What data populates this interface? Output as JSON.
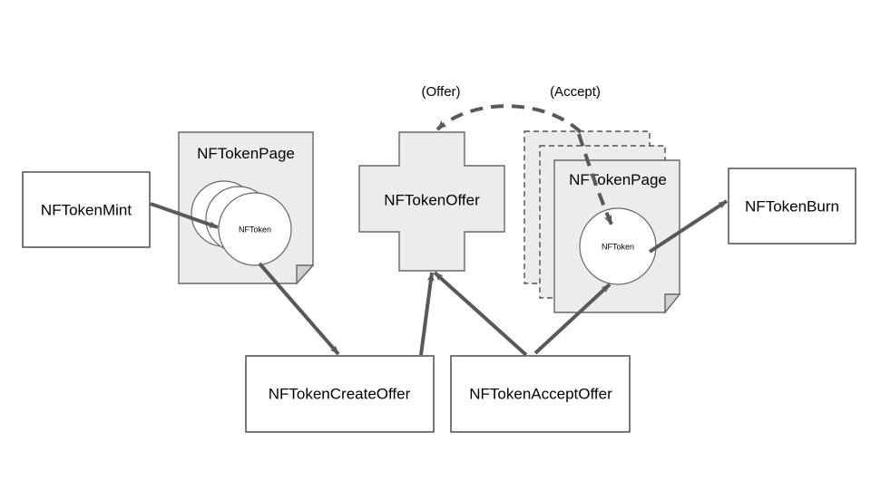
{
  "diagram": {
    "title": "NFToken lifecycle diagram",
    "colors": {
      "page_fill": "#ececec",
      "page_stroke": "#666666",
      "box_fill": "#ffffff",
      "box_stroke": "#333333",
      "circle_fill": "#ffffff",
      "circle_stroke": "#666666",
      "arrow": "#595959",
      "fold_fill": "#d0d0d0",
      "text": "#000000",
      "background": "#ffffff"
    },
    "nodes": {
      "mint": {
        "label": "NFTokenMint",
        "shape": "rectangle"
      },
      "left_page": {
        "label": "NFTokenPage",
        "shape": "document",
        "token_label": "NFToken",
        "token_count": 3
      },
      "offer": {
        "label": "NFTokenOffer",
        "shape": "cross"
      },
      "right_page": {
        "label": "NFTokenPage",
        "shape": "document-stack",
        "token_label": "NFToken",
        "stack_count": 3
      },
      "right_page_back1": {
        "label": "NFTokenPage",
        "shape": "document-dashed"
      },
      "right_page_back2": {
        "label": "NFTokenPage",
        "shape": "document-dashed"
      },
      "burn": {
        "label": "NFTokenBurn",
        "shape": "rectangle"
      },
      "create_offer": {
        "label": "NFTokenCreateOffer",
        "shape": "rectangle"
      },
      "accept_offer": {
        "label": "NFTokenAcceptOffer",
        "shape": "rectangle"
      }
    },
    "edge_labels": {
      "offer": "(Offer)",
      "accept": "(Accept)"
    },
    "edges": [
      {
        "from": "mint",
        "to": "left_page",
        "style": "solid"
      },
      {
        "from": "left_page",
        "to": "create_offer",
        "style": "solid"
      },
      {
        "from": "create_offer",
        "to": "offer",
        "style": "solid"
      },
      {
        "from": "accept_offer",
        "to": "offer",
        "style": "solid"
      },
      {
        "from": "accept_offer",
        "to": "right_page",
        "style": "solid"
      },
      {
        "from": "right_page",
        "to": "burn",
        "style": "solid"
      },
      {
        "from": "right_page",
        "to": "offer",
        "style": "dashed",
        "label": "(Offer)"
      },
      {
        "from": "offer",
        "to": "right_page",
        "style": "dashed",
        "label": "(Accept)"
      }
    ]
  }
}
